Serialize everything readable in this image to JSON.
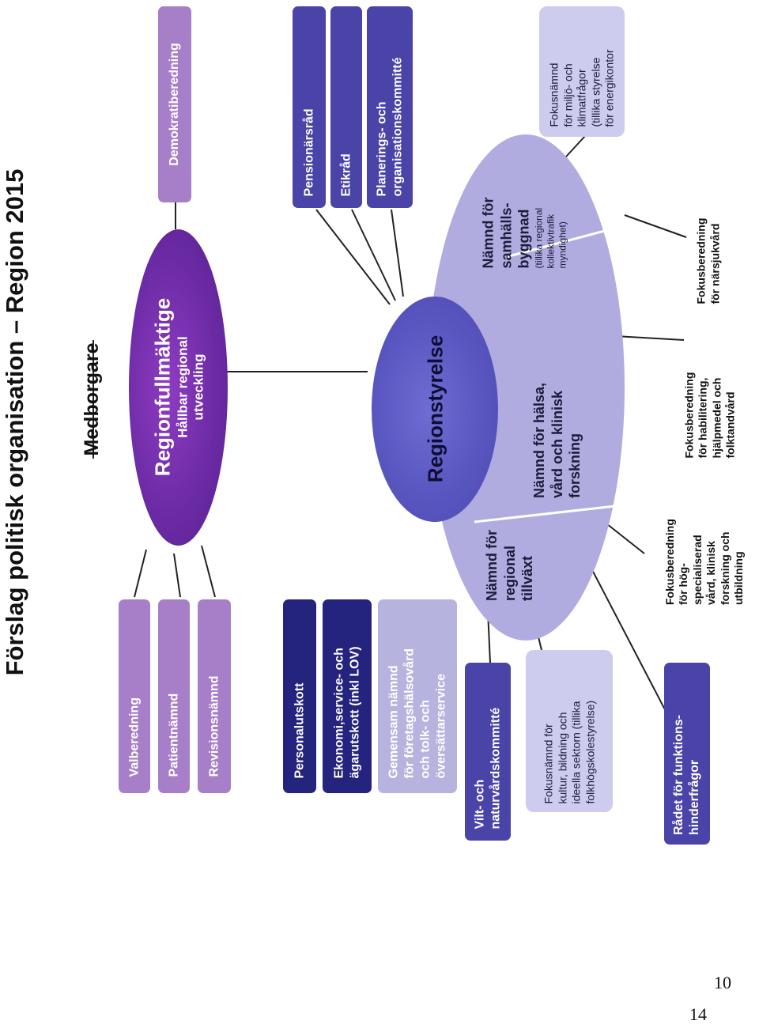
{
  "title": "Förslag politisk organisation – Region 2015",
  "medborgare": "Medborgare",
  "regionfullmaktige": {
    "title": "Regionfullmäktige",
    "subtitle_1": "Hållbar regional",
    "subtitle_2": "utveckling"
  },
  "demokratiberedning": "Demokratiberedning",
  "left_boxes": {
    "valberedning": "Valberedning",
    "patientnamnd": "Patientnämnd",
    "revisionsnamnd": "Revisionsnämnd"
  },
  "top_boxes": {
    "pensionarsrad": "Pensionärsråd",
    "etikrad": "Etikråd",
    "planering_1": "Planerings- och",
    "planering_2": "organisationskommitté"
  },
  "mid_boxes": {
    "personalutskott": "Personalutskott",
    "ekonomi_1": "Ekonomi,service- och",
    "ekonomi_2": "ägarutskott (inkl LOV)",
    "gemensam_1": "Gemensam nämnd",
    "gemensam_2": "för företagshälsovård",
    "gemensam_3": "och tolk- och",
    "gemensam_4": "översättarservice"
  },
  "regionstyrelse": "Regionstyrelse",
  "namnder": {
    "tillvaxt_1": "Nämnd för",
    "tillvaxt_2": "regional",
    "tillvaxt_3": "tillväxt",
    "halsa_1": "Nämnd för hälsa,",
    "halsa_2": "vård och klinisk",
    "halsa_3": "forskning",
    "samhall_1": "Nämnd för",
    "samhall_2": "samhälls-",
    "samhall_3": "byggnad",
    "samhall_4": "(tillika regional",
    "samhall_5": "kollektivtrafik",
    "samhall_6": "myndighet)"
  },
  "fokusnamnd_miljo": {
    "l1": "Fokusnämnd",
    "l2": "för miljö- och",
    "l3": "klimatfrågor",
    "l4": "(tillika styrelse",
    "l5": "för energikontor"
  },
  "vilt": {
    "l1": "Vilt- och",
    "l2": "naturvårdskommitté"
  },
  "fokusnamnd_kultur": {
    "l1": "Fokusnämnd  för",
    "l2": "kultur, bildning och",
    "l3": "ideella sektorn (tillika",
    "l4": "folkhögskolestyrelse)"
  },
  "radet": {
    "l1": "Rådet för funktions-",
    "l2": "hinderfrågor"
  },
  "fokusberedning_hog": {
    "l1": "Fokusberedning",
    "l2": "för hög-",
    "l3": "specialiserad",
    "l4": "vård, klinisk",
    "l5": "forskning och",
    "l6": "utbildning"
  },
  "fokusberedning_hab": {
    "l1": "Fokusberedning",
    "l2": "för habilitering,",
    "l3": "hjälpmedel och",
    "l4": "folktandvård"
  },
  "fokusberedning_nara": {
    "l1": "Fokusberedning",
    "l2": "för närsjukvård"
  },
  "page_numbers": {
    "inner": "10",
    "outer": "14"
  },
  "colors": {
    "light_purple": "#a77fc9",
    "mid_purple": "#8e6ab8",
    "dark_violet": "#6a3a9e",
    "navy": "#2b2a8a",
    "indigo": "#4a3fa0",
    "lavender": "#b5b0dc",
    "pale": "#cdcbee",
    "blue_violet": "#5b56b8"
  }
}
